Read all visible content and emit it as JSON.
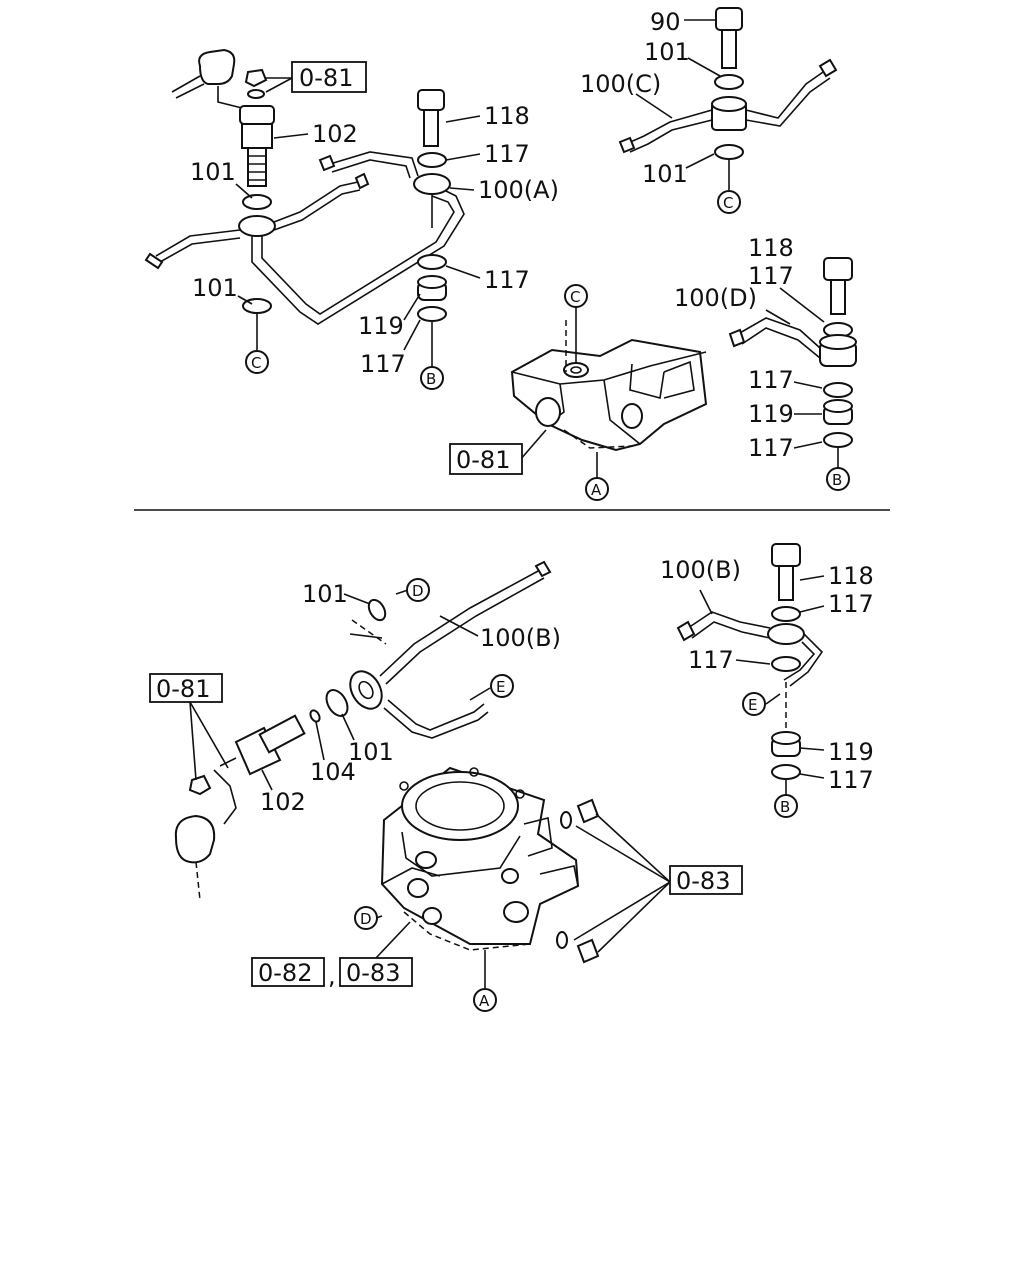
{
  "labels": {
    "l90": "90",
    "l101_tr1": "101",
    "l100c": "100(C)",
    "l101_tr2": "101",
    "l118_tl": "118",
    "l117_tl1": "117",
    "l102_tl": "102",
    "l101_tl1": "101",
    "l100a": "100(A)",
    "l117_tl2": "117",
    "l101_tl2": "101",
    "l119_tl": "119",
    "l117_tl3": "117",
    "l118_r": "118",
    "l117_r1": "117",
    "l100d": "100(D)",
    "l117_r2": "117",
    "l119_r": "119",
    "l117_r3": "117",
    "l101_b1": "101",
    "l100b_a": "100(B)",
    "l104": "104",
    "l101_b2": "101",
    "l102_b": "102",
    "l100b_b": "100(B)",
    "l118_br": "118",
    "l117_br1": "117",
    "l117_br2": "117",
    "l119_br": "119",
    "l117_br3": "117"
  },
  "refs": {
    "r081_a": "0-81",
    "r081_b": "0-81",
    "r081_c": "0-81",
    "r083_a": "0-83",
    "r082": "0-82",
    "r083_b": "0-83",
    "comma": ","
  },
  "markers": {
    "A": "A",
    "B": "B",
    "C": "C",
    "D": "D",
    "E": "E"
  }
}
